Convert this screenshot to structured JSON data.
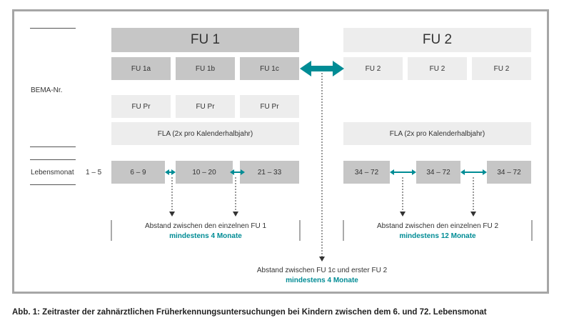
{
  "fu1": {
    "title": "FU 1",
    "sub": [
      "FU 1a",
      "FU 1b",
      "FU 1c"
    ],
    "pr": [
      "FU Pr",
      "FU Pr",
      "FU Pr"
    ],
    "fla": "FLA (2x pro Kalenderhalbjahr)",
    "months": [
      "6 – 9",
      "10 – 20",
      "21 – 33"
    ],
    "note_line1": "Abstand zwischen den einzelnen FU 1",
    "note_line2": "mindestens 4 Monate"
  },
  "fu2": {
    "title": "FU 2",
    "sub": [
      "FU 2",
      "FU 2",
      "FU 2"
    ],
    "fla": "FLA (2x pro Kalenderhalbjahr)",
    "months": [
      "34 – 72",
      "34 – 72",
      "34 – 72"
    ],
    "note_line1": "Abstand zwischen den einzelnen FU 2",
    "note_line2": "mindestens 12 Monate"
  },
  "left": {
    "bema_label": "BEMA-Nr.",
    "lebensmonat_label": "Lebensmonat",
    "first_range": "1 – 5"
  },
  "bottom_note": {
    "line1": "Abstand zwischen FU 1c und erster FU 2",
    "line2": "mindestens 4 Monate"
  },
  "caption": "Abb. 1: Zeitraster der zahnärztlichen Früherkennungsuntersuchungen bei Kindern zwischen dem 6. und 72. Lebensmonat",
  "colors": {
    "accent": "#008c95",
    "dark_box": "#c6c6c6",
    "light_box": "#ededed",
    "frame": "#a6a6a6"
  }
}
